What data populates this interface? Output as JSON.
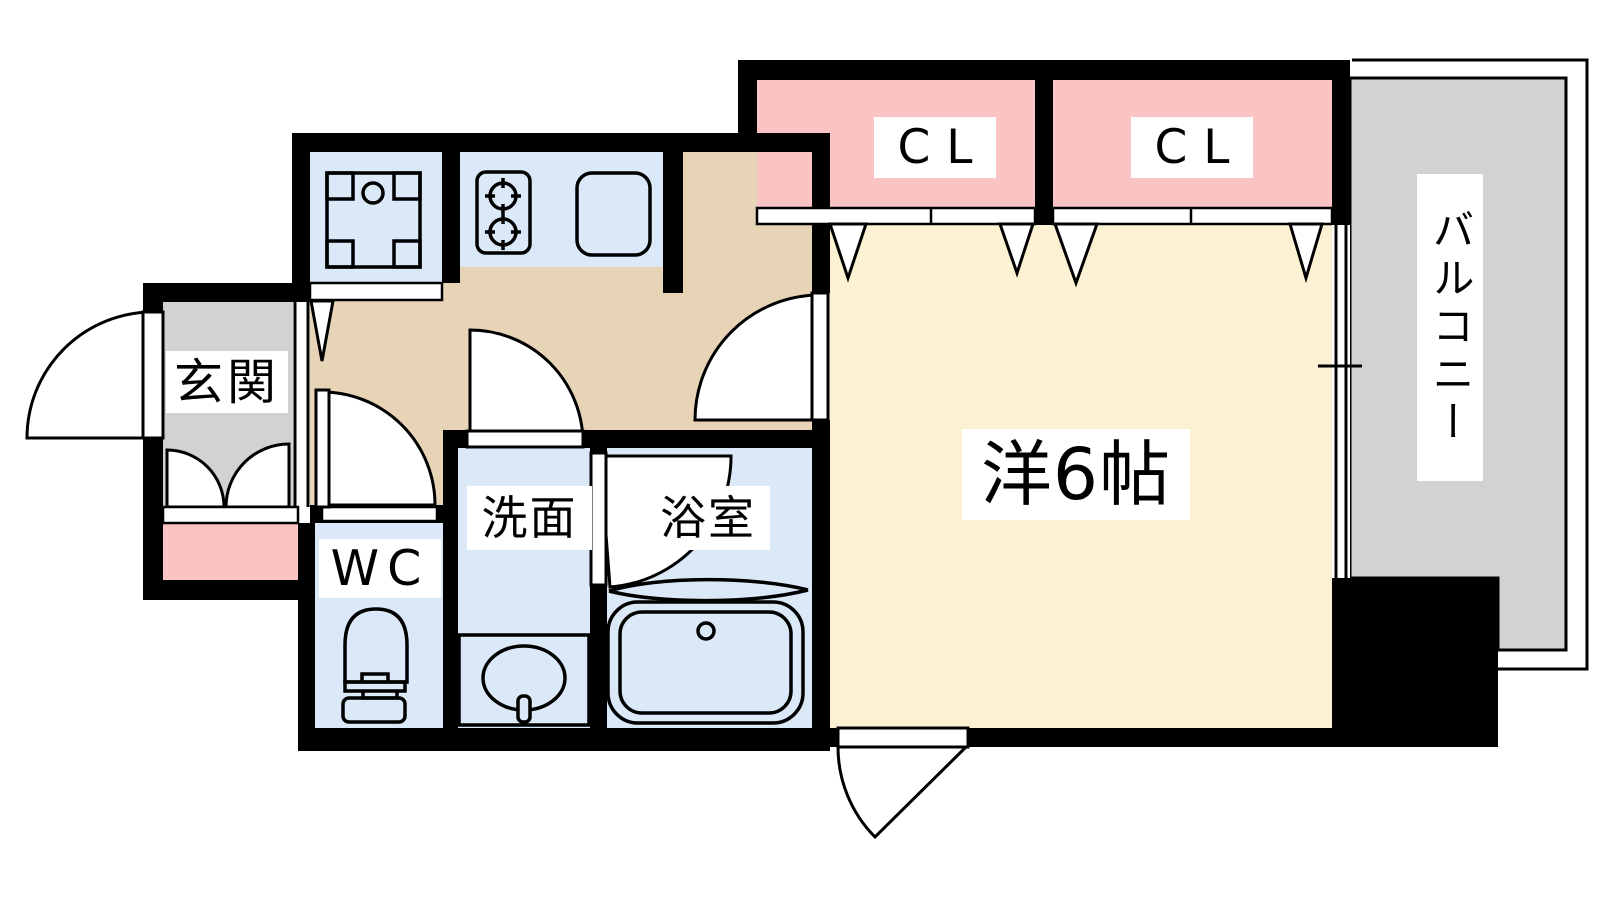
{
  "plan": {
    "title": "1K apartment floor plan",
    "labels": {
      "genkan": "玄関",
      "wc": "WC",
      "senmen": "洗面",
      "bath": "浴室",
      "main_room": "洋6帖",
      "closet1": "CL",
      "closet2": "CL",
      "balcony": "バルコニー"
    },
    "colors": {
      "wall": "#000000",
      "background": "#ffffff",
      "entrance_floor_gray": "#d2d2d2",
      "balcony_floor_gray": "#d2d2d2",
      "closet_pink": "#fbc4c4",
      "wet_area_blue": "#dae8f8",
      "hallway_beige": "#e7d4b7",
      "main_room_cream": "#fcf1d2",
      "line": "#000000",
      "label_bg": "#ffffff",
      "label_text": "#000000"
    },
    "fixtures": [
      "entrance-swing-door",
      "entrance-closet-double-doors",
      "washing-machine-pan",
      "two-burner-stove",
      "kitchen-sink",
      "toilet",
      "washbasin",
      "bathtub",
      "wc-swing-door",
      "washroom-swing-door",
      "bath-swing-door",
      "room-swing-door",
      "exterior-swing-door",
      "closet-folding-doors",
      "balcony-sliding-window"
    ]
  }
}
